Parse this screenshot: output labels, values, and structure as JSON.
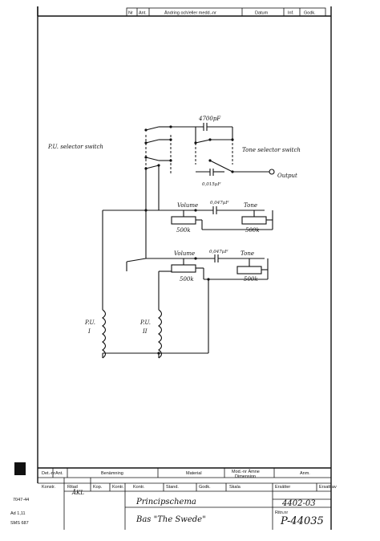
{
  "revision_header": {
    "nr": "Nr",
    "ant": "Ant.",
    "change": "Ändring och/eller medd.-nr",
    "datum": "Datum",
    "inf": "Inf.",
    "godk": "Godk."
  },
  "schematic": {
    "pu_selector_switch": "P.U. selector switch",
    "tone_selector_switch": "Tone selector switch",
    "output": "Output",
    "cap_4700": "4700pF",
    "cap_0015": "0,015µF",
    "cap_0047_a": "0,047µF",
    "cap_0047_b": "0,047µF",
    "volume_1": "Volume",
    "volume_1_value": "500k",
    "tone_1": "Tone",
    "tone_1_value": "500k",
    "volume_2": "Volume",
    "volume_2_value": "500k",
    "tone_2": "Tone",
    "tone_2_value": "500k",
    "pickup_1": "P.U.",
    "pickup_1_num": "I",
    "pickup_2": "P.U.",
    "pickup_2_num": "II"
  },
  "title_block": {
    "det_nr": "Det.-nr",
    "ant": "Ant.",
    "benamning": "Benämning",
    "material": "Material",
    "mod_nr": "Mod.-nr Ämne",
    "dimension": "Dimension",
    "anm": "Anm.",
    "konstr": "Konstr.",
    "ritad": "Ritad",
    "ritad_sig": "ÅKL",
    "kop": "Kop.",
    "kontr": "Kontr.",
    "stand": "Stand.",
    "godk": "Godk.",
    "skala": "Skala",
    "ersatter": "Ersätter",
    "ersatt_av": "Ersatt av",
    "title_line1": "Principschema",
    "title_line2": "Bas \"The Swede\"",
    "number_top": "4402-03",
    "ritn_nr": "Ritn.nr",
    "number": "P-44035"
  },
  "margin": {
    "form": "7047-44",
    "ad": "Ad 1,11",
    "sms": "SMS 687"
  }
}
